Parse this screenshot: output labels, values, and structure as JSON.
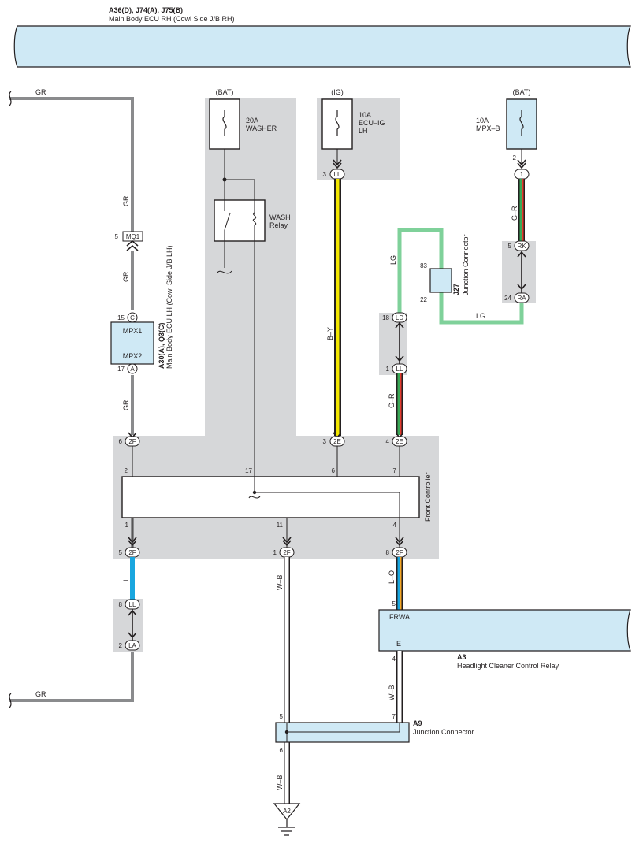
{
  "top_ecu": {
    "code": "A36(D), J74(A), J75(B)",
    "name": "Main Body ECU RH (Cowl Side J/B RH)"
  },
  "wires": {
    "gr_top": "GR",
    "gr_1": "GR",
    "gr_2": "GR",
    "gr_3": "GR",
    "gr_bottom": "GR",
    "by": "B–Y",
    "lg_1": "LG",
    "lg_2": "LG",
    "gr_right": "G–R",
    "gr_mid": "G–R",
    "l": "L",
    "lo": "L–O",
    "wb_1": "W–B",
    "wb_2": "W–B",
    "wb_3": "W–B"
  },
  "fuses": {
    "washer": {
      "source": "(BAT)",
      "rating": "20A",
      "name": "WASHER"
    },
    "ecu_ig": {
      "source": "(IG)",
      "rating": "10A",
      "name": "ECU–IG",
      "name2": "LH"
    },
    "mpx_b": {
      "source": "(BAT)",
      "rating": "10A",
      "name": "MPX–B"
    }
  },
  "relay": {
    "name": "WASH",
    "name2": "Relay"
  },
  "connectors": {
    "mq1": {
      "pin": "5",
      "code": "MQ1"
    },
    "c15": {
      "pin": "15",
      "code": "C"
    },
    "a17": {
      "pin": "17",
      "code": "A"
    },
    "ll3": {
      "pin": "3",
      "code": "LL"
    },
    "p1": {
      "pin": "2",
      "code": "1"
    },
    "rk": {
      "pin": "5",
      "code": "RK"
    },
    "ra": {
      "pin": "24",
      "code": "RA"
    },
    "ld": {
      "pin": "18",
      "code": "LD"
    },
    "ll1": {
      "pin": "1",
      "code": "LL"
    },
    "f6": {
      "pin": "6",
      "code": "2F"
    },
    "e3": {
      "pin": "3",
      "code": "2E"
    },
    "e4": {
      "pin": "4",
      "code": "2E"
    },
    "f5": {
      "pin": "5",
      "code": "2F"
    },
    "f1": {
      "pin": "1",
      "code": "2F"
    },
    "f8": {
      "pin": "8",
      "code": "2F"
    },
    "ll8": {
      "pin": "8",
      "code": "LL"
    },
    "la2": {
      "pin": "2",
      "code": "LA"
    },
    "ground": {
      "code": "A2"
    }
  },
  "left_ecu": {
    "code": "A30(A), Q3(C)",
    "name": "Main Body ECU LH (Cowl Side J/B LH)",
    "mpx1": "MPX1",
    "mpx2": "MPX2"
  },
  "j27": {
    "code": "J27",
    "name": "Junction Connector",
    "pin_top": "83",
    "pin_bottom": "22"
  },
  "front_controller": {
    "name": "Front Controller",
    "pins_top": [
      "2",
      "17",
      "6",
      "7"
    ],
    "pins_bottom": [
      "1",
      "11",
      "4"
    ]
  },
  "a3": {
    "code": "A3",
    "name": "Headlight Cleaner Control Relay",
    "terminal_top": "FRWA",
    "terminal_bottom": "E",
    "pin_top": "5",
    "pin_bottom": "4"
  },
  "a9": {
    "code": "A9",
    "name": "Junction Connector",
    "pin_5": "5",
    "pin_7": "7",
    "pin_6": "6"
  },
  "colors": {
    "gray_wire": "#8a8b8d",
    "blue_fill": "#cfe9f5",
    "shade": "#d6d7d9",
    "lg": "#7fd19a",
    "yellow": "#f2e600",
    "blue": "#19a6df",
    "red": "#e53a2e",
    "green": "#3aa857"
  }
}
